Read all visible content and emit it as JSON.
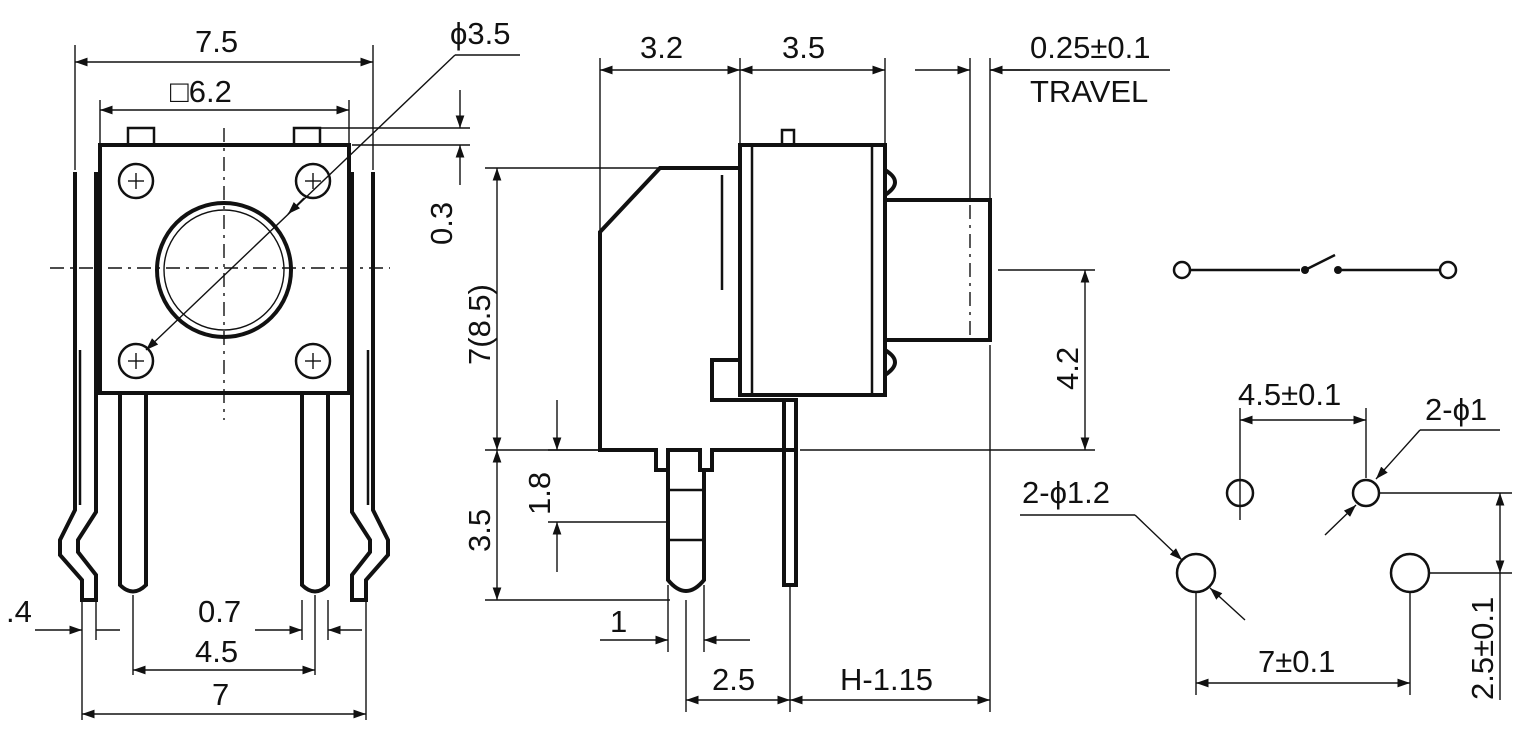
{
  "front_view": {
    "width_overall": "7.5",
    "body_square": "□6.2",
    "button_dia": "ϕ3.5",
    "lead_thickness": ".4",
    "lead_width": "0.7",
    "inner_pitch": "4.5",
    "outer_pitch": "7"
  },
  "side_view": {
    "dim_left": "3.2",
    "dim_right": "3.5",
    "travel_value": "0.25±0.1",
    "travel_label": "TRAVEL",
    "gap": "0.3",
    "height_total": "7(8.5)",
    "pin_upper": "1.8",
    "pin_length": "3.5",
    "actuator_height": "4.2",
    "pin_offset": "1",
    "pin_spacing": "2.5",
    "h_dim": "H-1.15"
  },
  "schematic": {
    "symbol": "switch"
  },
  "footprint": {
    "pitch_small": "4.5±0.1",
    "hole_small": "2-ϕ1",
    "hole_large": "2-ϕ1.2",
    "pitch_large": "7±0.1",
    "pitch_vertical": "2.5±0.1"
  }
}
